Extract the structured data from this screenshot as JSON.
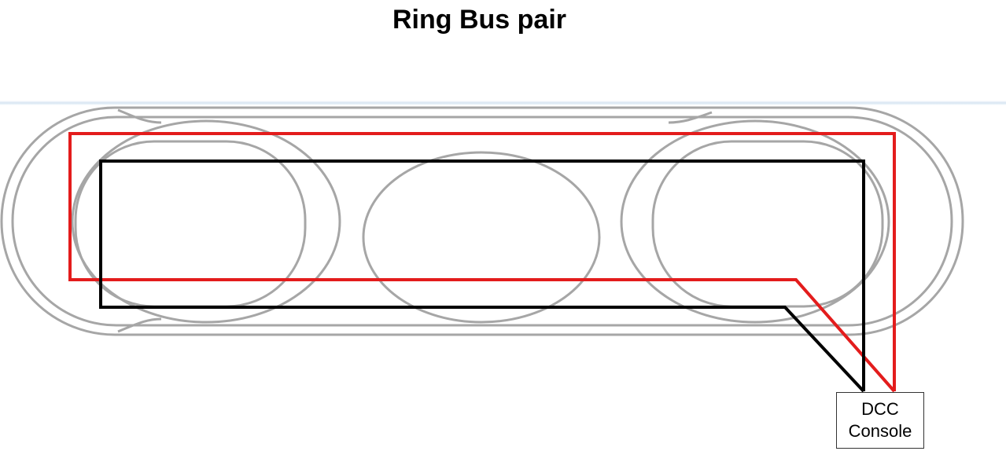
{
  "title": "Ring Bus pair",
  "console": {
    "line1": "DCC",
    "line2": "Console"
  },
  "colors": {
    "track": "#a6a6a6",
    "bus_red": "#e31c1c",
    "bus_black": "#000000",
    "divider": "#d6e4f2"
  }
}
